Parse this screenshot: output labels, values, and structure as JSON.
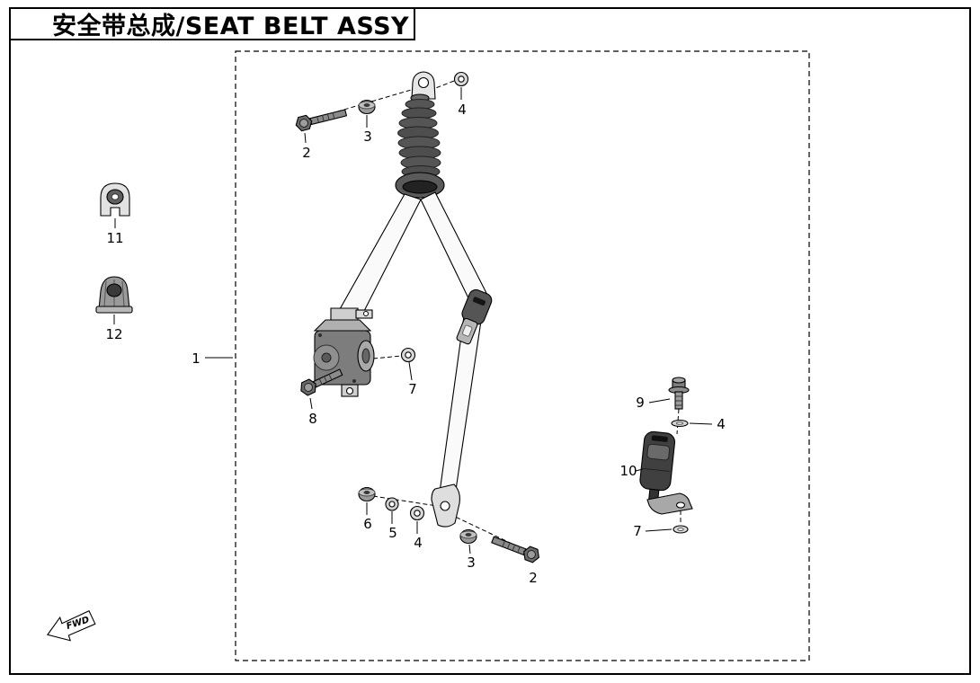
{
  "title": "安全带总成/SEAT BELT ASSY",
  "fwd_label": "FWD",
  "callouts": {
    "assembly": "1",
    "bolt_top": "2",
    "nut_top": "3",
    "washer_top": "4",
    "clip_11": "11",
    "clip_12": "12",
    "washer_mid": "7",
    "bolt_8": "8",
    "nut_6": "6",
    "washer_5": "5",
    "washer_bottom": "4",
    "nut_bottom": "3",
    "bolt_bottom": "2",
    "bolt_9": "9",
    "washer_right": "4",
    "buckle_10": "10",
    "washer_7_right": "7"
  }
}
